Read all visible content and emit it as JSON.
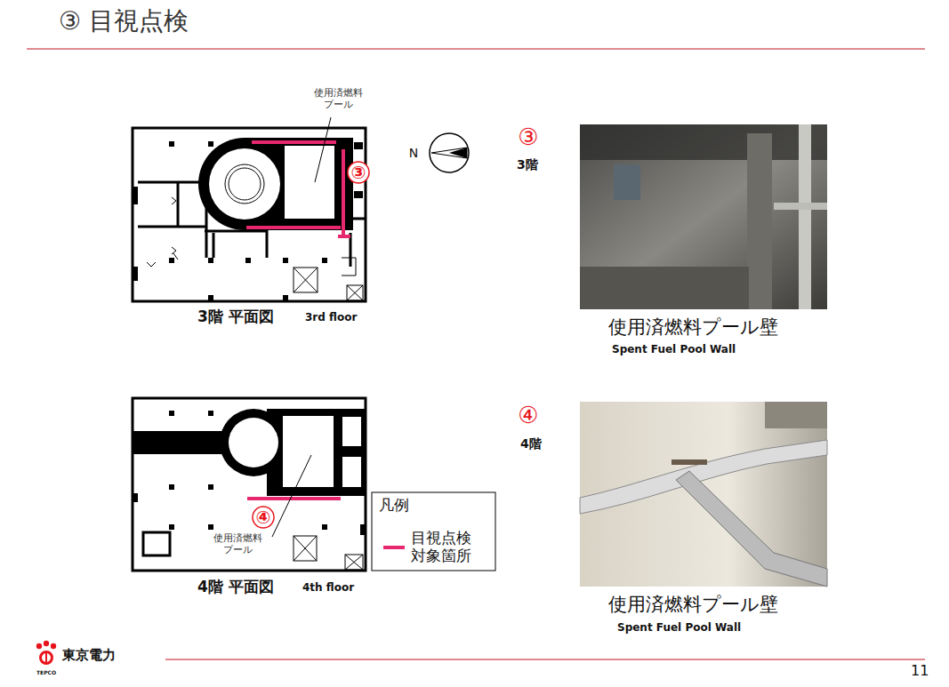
{
  "diagram": {
    "title": "③ 目視点検",
    "labels": [
      "使用済燃料 プール",
      "③",
      "N",
      "3階 平面図",
      "3rd floor",
      "③",
      "3階",
      "使用済燃料プール壁",
      "Spent Fuel Pool Wall",
      "④",
      "4階",
      "使用済燃料プール壁",
      "Spent Fuel Pool Wall",
      "④",
      "使用済燃料 プール",
      "4階 平面図",
      "4th floor",
      "凡例",
      "東京電力",
      "TEPCO",
      "11"
    ],
    "legend": [
      {
        "text": "目視点検 対象箇所"
      }
    ]
  }
}
